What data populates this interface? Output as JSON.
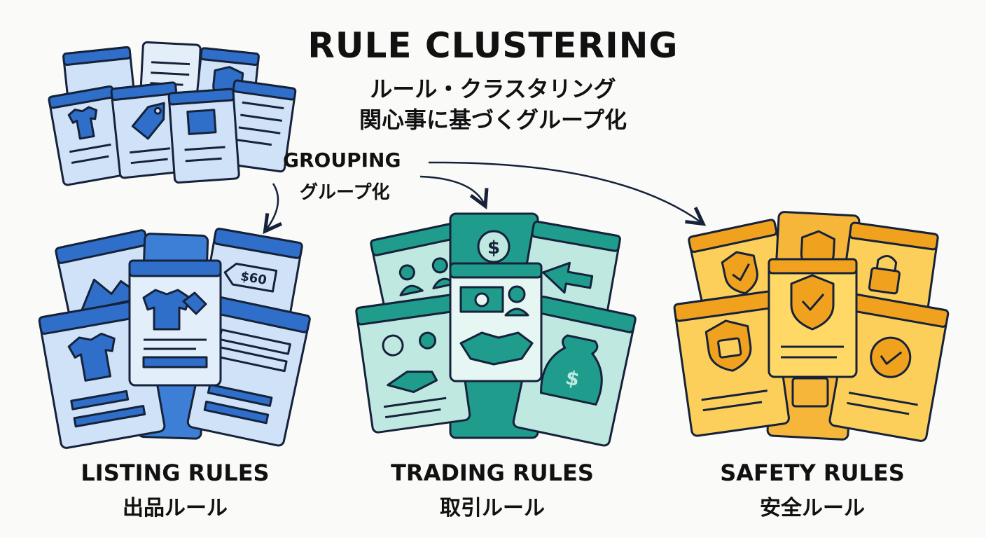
{
  "header": {
    "title": "RULE CLUSTERING",
    "subtitle_ja": "ルール・クラスタリング",
    "tagline_ja": "関心事に基づくグループ化"
  },
  "grouping": {
    "label": "GROUPING",
    "label_ja": "グループ化"
  },
  "clusters": [
    {
      "label": "LISTING RULES",
      "label_ja": "出品ルール",
      "color": "#2f6fc9"
    },
    {
      "label": "TRADING RULES",
      "label_ja": "取引ルール",
      "color": "#1f9c8c"
    },
    {
      "label": "SAFETY RULES",
      "label_ja": "安全ルール",
      "color": "#f0a21e"
    }
  ],
  "price_tag": "$60",
  "colors": {
    "blue_header": "#2f6fc9",
    "blue_body": "#cfe2f7",
    "teal_header": "#1f9c8c",
    "teal_body": "#bfe8e0",
    "orange_header": "#f0a21e",
    "orange_body": "#fbcf5a",
    "outline": "#16223a"
  }
}
